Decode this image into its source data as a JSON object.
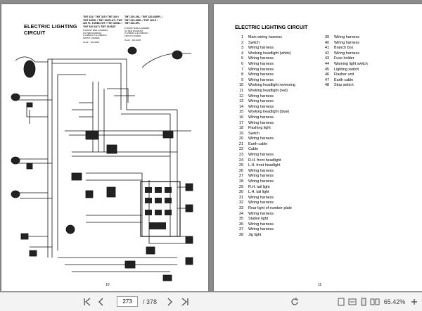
{
  "left_page": {
    "title_line1": "ELECTRIC LIGHTING",
    "title_line2": "CIRCUIT",
    "models_left": [
      "TMT 322 / TMT 325 / TMT 320 /",
      "TMT 320RL / TMT 320FLAT / TMT",
      "320 FL TURBO WT / TMT 320SL /",
      "TMT 320 SAT / TMT 310SAT"
    ],
    "models_right": [
      "TMT 320-3SL / TMT 320-3SEFL /",
      "TMT 315-3SEL / TMT 320-3 /",
      "TMT 320-3FL"
    ],
    "note_left": [
      "Z FRONT END LOADERS",
      "AS PER DIAGRAM",
      "Z LISBOKI Z E LISBOKU",
      "FRONT LOADER"
    ],
    "note_left_ref": "IN-AF : 123-2563",
    "note_right": [
      "Z FRONT END LOADERS",
      "AS PER DIAGRAM",
      "Z LISBOKI Z E LISBOKU",
      "FRONT LOADER"
    ],
    "note_right_ref": "IN-AF : 123-6238",
    "page_number": "10"
  },
  "right_page": {
    "title": "ELECTRIC LIGHTING CIRCUIT",
    "legend_col1": [
      {
        "n": "1",
        "t": "Main wiring harness"
      },
      {
        "n": "2",
        "t": "Switch"
      },
      {
        "n": "3",
        "t": "Wiring harness"
      },
      {
        "n": "4",
        "t": "Working headlight (white)"
      },
      {
        "n": "5",
        "t": "Wiring harness"
      },
      {
        "n": "6",
        "t": "Wiring harness"
      },
      {
        "n": "7",
        "t": "Wiring harness"
      },
      {
        "n": "8",
        "t": "Wiring harness"
      },
      {
        "n": "9",
        "t": "Wiring harness"
      },
      {
        "n": "10",
        "t": "Working headlight reversing"
      },
      {
        "n": "11",
        "t": "Working headlight (red)"
      },
      {
        "n": "12",
        "t": "Wiring harness"
      },
      {
        "n": "13",
        "t": "Wiring harness"
      },
      {
        "n": "14",
        "t": "Wiring harness"
      },
      {
        "n": "15",
        "t": "Working headlight (blue)"
      },
      {
        "n": "16",
        "t": "Wiring harness"
      },
      {
        "n": "17",
        "t": "Wiring harness"
      },
      {
        "n": "18",
        "t": "Flashing light"
      },
      {
        "n": "19",
        "t": "Switch"
      },
      {
        "n": "20",
        "t": "Wiring harness"
      },
      {
        "n": "21",
        "t": "Earth cable"
      },
      {
        "n": "22",
        "t": "Cable"
      },
      {
        "n": "23",
        "t": "Wiring harness"
      },
      {
        "n": "24",
        "t": "R.H. front headlight"
      },
      {
        "n": "25",
        "t": "L.H. front headlight"
      },
      {
        "n": "26",
        "t": "Wiring harness"
      },
      {
        "n": "27",
        "t": "Wiring harness"
      },
      {
        "n": "28",
        "t": "Wiring harness"
      },
      {
        "n": "29",
        "t": "R.H. tail light"
      },
      {
        "n": "30",
        "t": "L.H. tail light"
      },
      {
        "n": "31",
        "t": "Wiring harness"
      },
      {
        "n": "32",
        "t": "Wiring harness"
      },
      {
        "n": "33",
        "t": "Rear light of number plate"
      },
      {
        "n": "34",
        "t": "Wiring harness"
      },
      {
        "n": "35",
        "t": "Station light"
      },
      {
        "n": "36",
        "t": "Wiring harness"
      },
      {
        "n": "37",
        "t": "Wiring harness"
      },
      {
        "n": "38",
        "t": "Jig light"
      }
    ],
    "legend_col2": [
      {
        "n": "39",
        "t": "Wiring harness"
      },
      {
        "n": "40",
        "t": "Wiring harness"
      },
      {
        "n": "41",
        "t": "Branch box"
      },
      {
        "n": "42",
        "t": "Wiring harness"
      },
      {
        "n": "43",
        "t": "Fuse holder"
      },
      {
        "n": "44",
        "t": "Warning light switch"
      },
      {
        "n": "45",
        "t": "Lighting switch"
      },
      {
        "n": "46",
        "t": "Flasher unit"
      },
      {
        "n": "47",
        "t": "Earth cable"
      },
      {
        "n": "48",
        "t": "Stop switch"
      }
    ],
    "page_number": "11"
  },
  "toolbar": {
    "current_page": "273",
    "page_count": "/ 378",
    "zoom": "65.42%",
    "icons": [
      "first-page-icon",
      "prev-page-icon",
      "next-page-icon",
      "last-page-icon",
      "rotate-icon",
      "fit-page-icon",
      "fit-width-icon",
      "single-page-icon",
      "two-page-icon",
      "zoom-out-icon",
      "zoom-in-icon"
    ]
  }
}
